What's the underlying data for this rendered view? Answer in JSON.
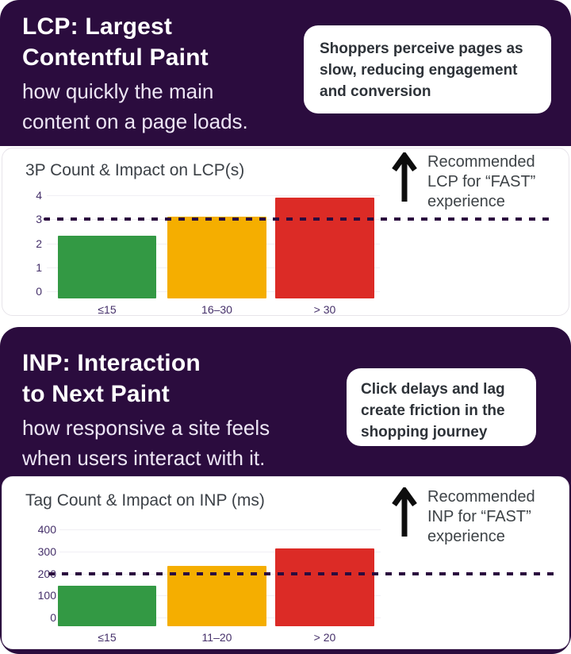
{
  "colors": {
    "purple_background": "#2B0C3E",
    "panel_background": "#FFFFFF",
    "title_text": "#FFFFFF",
    "subtitle_text": "#EDE6F5",
    "callout_text": "#2D3238",
    "chart_title_text": "#3C4147",
    "axis_label_text": "#45306A",
    "gridline": "#F1EFF4",
    "dashed_threshold_line": "#2B0C3E",
    "annotation_text": "#3E4347",
    "arrow": "#0D0D0D",
    "bar_green": "#339944",
    "bar_amber": "#F5AE00",
    "bar_red": "#DC2B26"
  },
  "sections": [
    {
      "title_lines": [
        "LCP: Largest",
        "Contentful Paint"
      ],
      "subtitle_lines": [
        "how quickly the main",
        "content on a page loads."
      ],
      "callout_lines": [
        "Shoppers perceive pages as",
        "slow, reducing engagement",
        "and conversion"
      ]
    },
    {
      "title_lines": [
        "INP: Interaction",
        "to Next Paint"
      ],
      "subtitle_lines": [
        "how responsive a site feels",
        "when users interact with it."
      ],
      "callout_lines": [
        "Click delays and lag",
        "create friction in the",
        "shopping journey"
      ]
    }
  ],
  "chart_data": [
    {
      "type": "bar",
      "title": "3P Count & Impact on LCP(s)",
      "categories": [
        "≤15",
        "16–30",
        "> 30"
      ],
      "values": [
        2.3,
        3.1,
        3.9
      ],
      "bar_colors": [
        "#339944",
        "#F5AE00",
        "#DC2B26"
      ],
      "ylim": [
        0,
        4
      ],
      "yticks": [
        0,
        1,
        2,
        3,
        4
      ],
      "threshold": 3,
      "grid": "horizontal",
      "legend": "none",
      "annotation_lines": [
        "Recommended",
        "LCP for “FAST”",
        "experience"
      ]
    },
    {
      "type": "bar",
      "title": "Tag Count & Impact on INP (ms)",
      "categories": [
        "≤15",
        "11–20",
        "> 20"
      ],
      "values": [
        145,
        235,
        315
      ],
      "bar_colors": [
        "#339944",
        "#F5AE00",
        "#DC2B26"
      ],
      "ylim": [
        0,
        400
      ],
      "yticks": [
        0,
        100,
        200,
        300,
        400
      ],
      "threshold": 200,
      "grid": "horizontal",
      "legend": "none",
      "annotation_lines": [
        "Recommended",
        "INP for “FAST”",
        "experience"
      ]
    }
  ]
}
